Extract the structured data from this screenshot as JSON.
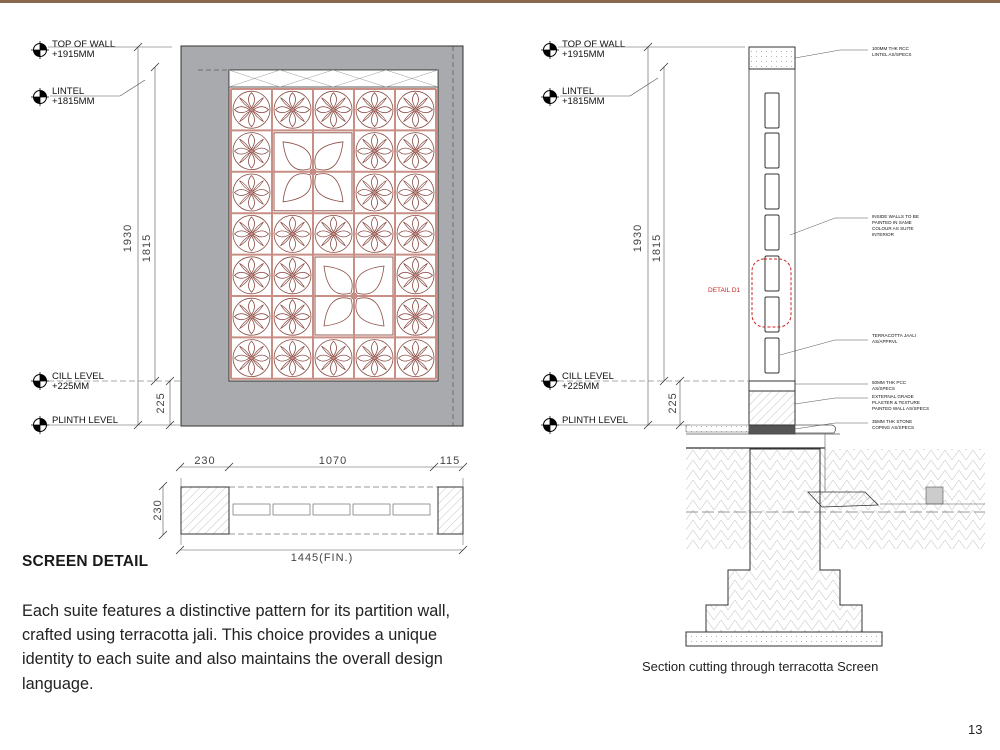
{
  "page": {
    "heading": "SCREEN DETAIL",
    "body": "Each suite features a distinctive pattern for its partition wall, crafted using terracotta jali. This choice provides a unique identity to each suite and also maintains the overall design language.",
    "caption": "Section cutting through terracotta Screen",
    "page_number": "13"
  },
  "elevation": {
    "levels": [
      {
        "name": "TOP OF WALL",
        "value": "+1915MM"
      },
      {
        "name": "LINTEL",
        "value": "+1815MM"
      },
      {
        "name": "CILL LEVEL",
        "value": "+225MM"
      },
      {
        "name": "PLINTH LEVEL",
        "value": ""
      }
    ],
    "dims": {
      "total": "1930",
      "opening": "1815",
      "cill": "225"
    }
  },
  "plan": {
    "dims": {
      "left": "230",
      "middle": "1070",
      "right": "115",
      "depth": "230",
      "overall": "1445(FIN.)"
    }
  },
  "section": {
    "levels": [
      {
        "name": "TOP OF WALL",
        "value": "+1915MM"
      },
      {
        "name": "LINTEL",
        "value": "+1815MM"
      },
      {
        "name": "CILL LEVEL",
        "value": "+225MM"
      },
      {
        "name": "PLINTH LEVEL",
        "value": ""
      }
    ],
    "dims": {
      "total": "1930",
      "opening": "1815",
      "cill": "225"
    },
    "detail_tag": "DETAIL D1",
    "notes": {
      "lintel": [
        "100MM THK RCC",
        "LINTEL AS/SPECS"
      ],
      "inside": [
        "INSIDE WALLS TO BE",
        "PAINTED IN SAME",
        "COLOUR AS SUITE",
        "INTERIOR"
      ],
      "jaali": [
        "TERRACOTTA JAALI",
        "AS/APPRVL"
      ],
      "pcc": [
        "50MM THK PCC",
        "AS/SPECS"
      ],
      "plaster": [
        "EXTERNAL GRADE",
        "PLASTER & TEXTURE",
        "PAINTED WALL AS/SPECS"
      ],
      "coping": [
        "35MM THK STONE",
        "COPING AS/SPECS"
      ]
    }
  },
  "colors": {
    "accent": "#8a6a4e",
    "wall": "#a9aaad",
    "jali": "#c98e84",
    "detail": "#cc2222"
  }
}
